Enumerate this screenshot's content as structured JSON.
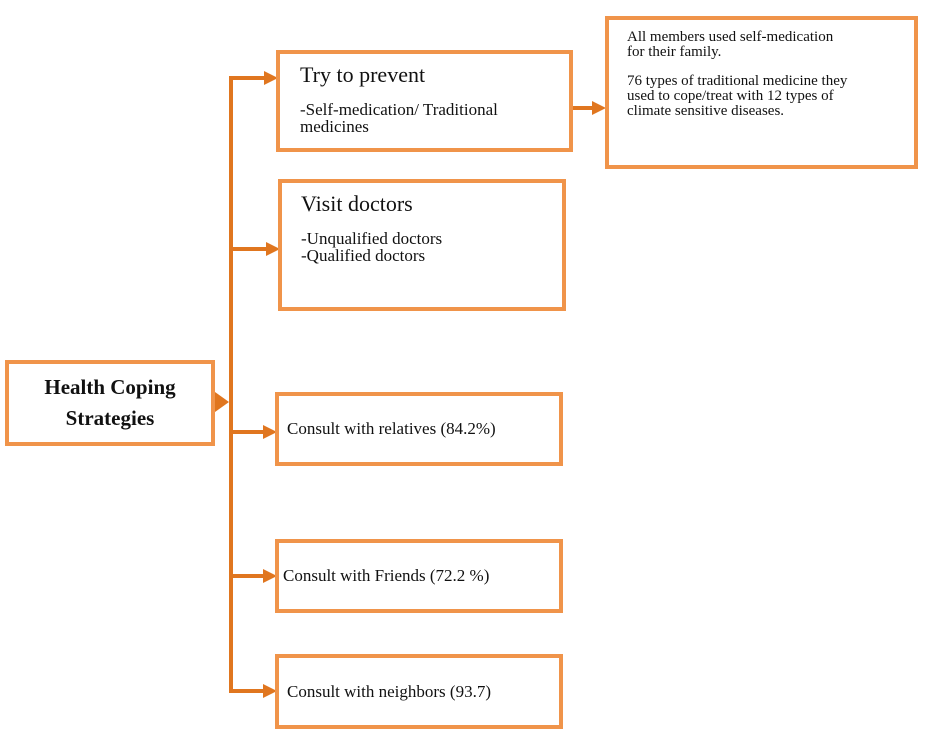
{
  "root": {
    "line1": "Health Coping",
    "line2": "Strategies"
  },
  "branches": {
    "prevent": {
      "title": "Try to prevent",
      "line1": "-Self-medication/ Traditional",
      "line2": "medicines"
    },
    "prevent_note": {
      "para1_line1": "All members used self-medication",
      "para1_line2": "for their family.",
      "para2_line1": "76 types of traditional medicine they",
      "para2_line2": "used to cope/treat with 12 types of",
      "para2_line3": "climate sensitive diseases."
    },
    "doctors": {
      "title": "Visit doctors",
      "line1": "-Unqualified doctors",
      "line2": "-Qualified doctors"
    },
    "relatives": {
      "label": "Consult with relatives (84.2%)"
    },
    "friends": {
      "label": "Consult with Friends (72.2 %)"
    },
    "neighbors": {
      "label": "Consult with neighbors (93.7)"
    }
  },
  "colors": {
    "box_border": "#F0944A",
    "connector": "#E0761F"
  }
}
